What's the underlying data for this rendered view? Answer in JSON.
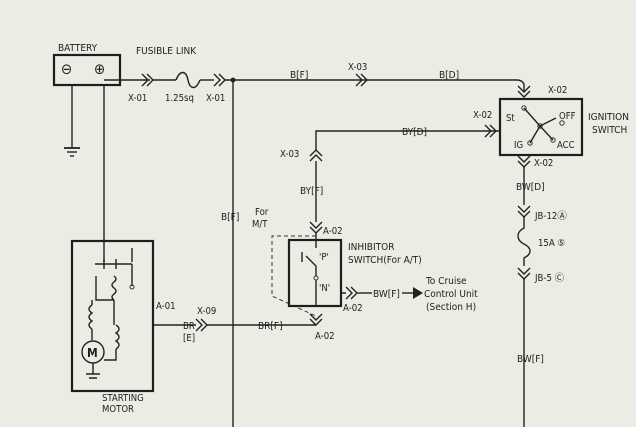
{
  "labels": {
    "battery": "BATTERY",
    "fusible_link": "FUSIBLE LINK",
    "battery_minus": "⊖",
    "battery_plus": "⊕",
    "conn_x01_left": "X-01",
    "wire_size": "1.25sq",
    "conn_x01_right": "X-01",
    "wire_bf_top": "B[F]",
    "conn_x03_top": "X-03",
    "wire_bd_top": "B[D]",
    "conn_x02_a": "X-02",
    "conn_x02_b": "X-02",
    "ignition_switch_1": "IGNITION",
    "ignition_switch_2": "SWITCH",
    "ign_st": "St",
    "ign_off": "OFF",
    "ign_ig": "IG",
    "ign_acc": "ACC",
    "wire_byd": "BY[D]",
    "conn_x03_left": "X-03",
    "wire_byf": "BY[F]",
    "conn_x02_c": "X-02",
    "wire_bwd": "BW[D]",
    "jb12": "JB-12Ⓐ",
    "fuse_15a": "15A ⑤",
    "jb5": "JB-5 Ⓒ",
    "wire_bwf_right": "BW[F]",
    "wire_bf_vertical": "B[F]",
    "for_mt_1": "For",
    "for_mt_2": "M/T",
    "conn_a02_top": "A-02",
    "inhibitor_1": "INHIBITOR",
    "inhibitor_2": "SWITCH(For A/T)",
    "inh_p": "'P'",
    "inh_n": "'N'",
    "wire_bwf_cruise": "BW[F]",
    "cruise_1": "To Cruise",
    "cruise_2": "Control Unit",
    "cruise_3": "(Section H)",
    "conn_a02_right": "A-02",
    "conn_a02_bottom": "A-02",
    "conn_a01": "A-01",
    "wire_br_1": "BR",
    "wire_br_2": "[E]",
    "conn_x09": "X-09",
    "wire_brf": "BR[F]",
    "motor_symbol": "M",
    "starting_motor_1": "STARTING",
    "starting_motor_2": "MOTOR"
  }
}
